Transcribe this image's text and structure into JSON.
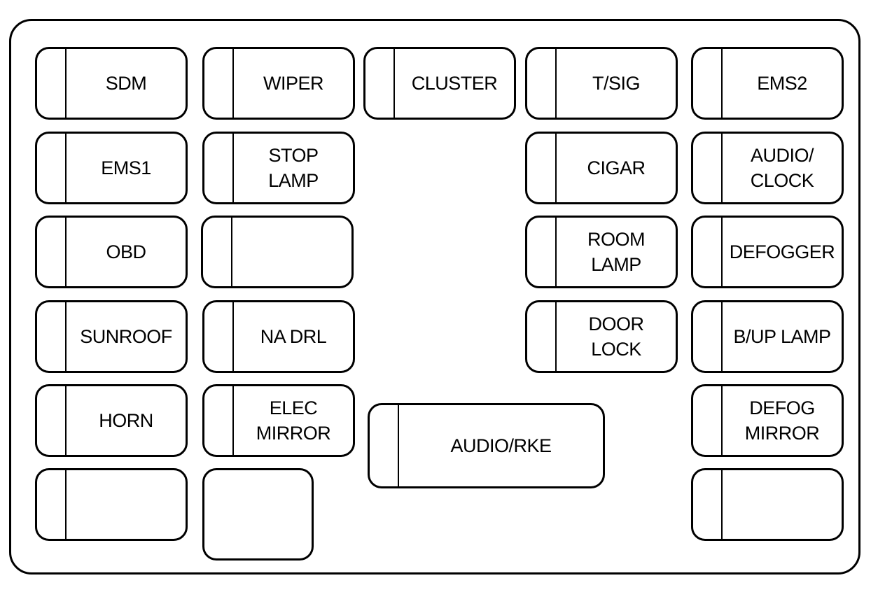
{
  "fuse_panel": {
    "fuses": [
      {
        "id": "sdm",
        "label": "SDM"
      },
      {
        "id": "wiper",
        "label": "WIPER"
      },
      {
        "id": "cluster",
        "label": "CLUSTER"
      },
      {
        "id": "t-sig",
        "label": "T/SIG"
      },
      {
        "id": "ems2",
        "label": "EMS2"
      },
      {
        "id": "ems1",
        "label": "EMS1"
      },
      {
        "id": "stop-lamp",
        "label": "STOP\nLAMP"
      },
      {
        "id": "cigar",
        "label": "CIGAR"
      },
      {
        "id": "audio-clock",
        "label": "AUDIO/\nCLOCK"
      },
      {
        "id": "obd",
        "label": "OBD"
      },
      {
        "id": "spare-r3c2",
        "label": ""
      },
      {
        "id": "room-lamp",
        "label": "ROOM\nLAMP"
      },
      {
        "id": "defogger",
        "label": "DEFOGGER"
      },
      {
        "id": "sunroof",
        "label": "SUNROOF"
      },
      {
        "id": "na-drl",
        "label": "NA DRL"
      },
      {
        "id": "door-lock",
        "label": "DOOR\nLOCK"
      },
      {
        "id": "b-up-lamp",
        "label": "B/UP LAMP"
      },
      {
        "id": "horn",
        "label": "HORN"
      },
      {
        "id": "elec-mirror",
        "label": "ELEC\nMIRROR"
      },
      {
        "id": "audio-rke",
        "label": "AUDIO/RKE"
      },
      {
        "id": "defog-mirror",
        "label": "DEFOG\nMIRROR"
      },
      {
        "id": "spare-r6c1",
        "label": ""
      },
      {
        "id": "spare-r6c2",
        "label": ""
      },
      {
        "id": "spare-r6c5",
        "label": ""
      }
    ]
  }
}
